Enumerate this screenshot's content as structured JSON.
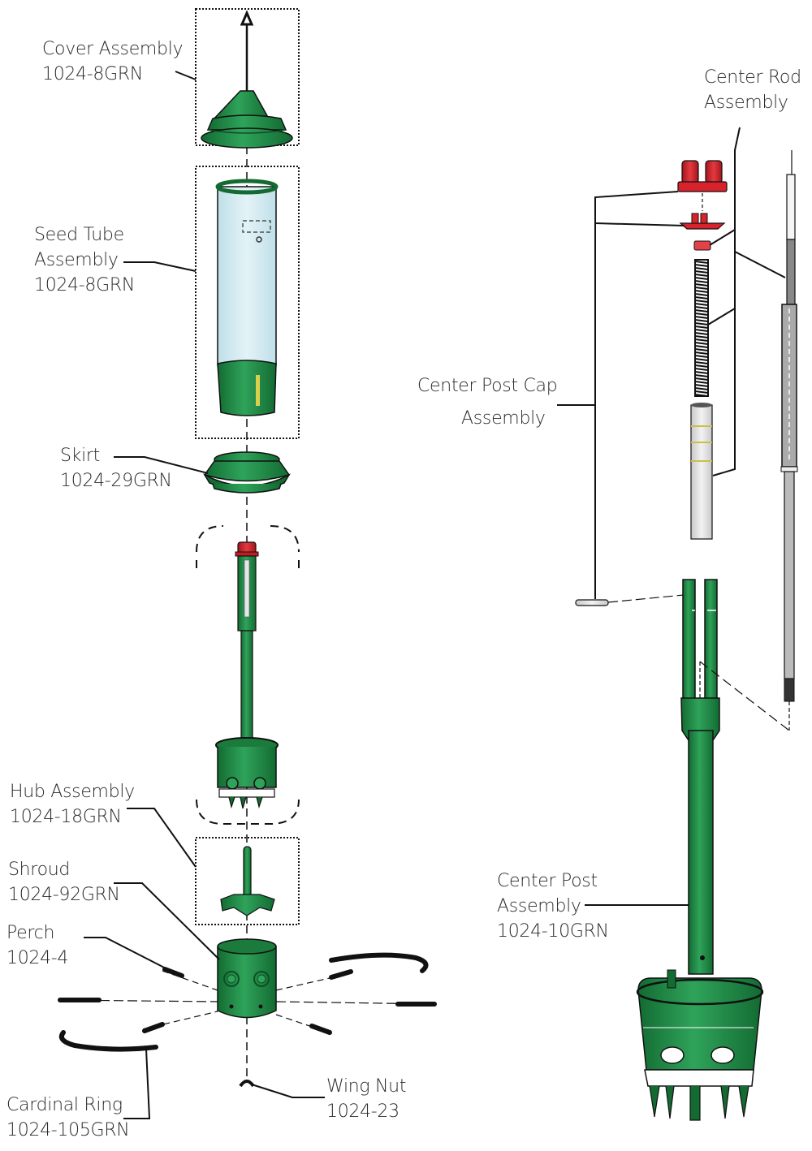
{
  "title": "Feeder Parts Exploded View",
  "colors": {
    "green": "#1f8a44",
    "green_dark": "#136b32",
    "green_light": "#2fa35a",
    "red": "#d8222c",
    "red_dark": "#a5141c",
    "tube": "#d4ecf2",
    "line": "#111111",
    "text": "#2a2a2a"
  },
  "labels": {
    "cover": {
      "name": "Cover Assembly",
      "part": "1024-8GRN"
    },
    "seed_tube": {
      "name_line1": "Seed Tube",
      "name_line2": "Assembly",
      "part": "1024-8GRN"
    },
    "skirt": {
      "name": "Skirt",
      "part": "1024-29GRN"
    },
    "hub": {
      "name": "Hub Assembly",
      "part": "1024-18GRN"
    },
    "shroud": {
      "name": "Shroud",
      "part": "1024-92GRN"
    },
    "perch": {
      "name": "Perch",
      "part": "1024-4"
    },
    "cardinal_ring": {
      "name": "Cardinal Ring",
      "part": "1024-105GRN"
    },
    "wing_nut": {
      "name": "Wing Nut",
      "part": "1024-23"
    },
    "center_rod": {
      "name_line1": "Center Rod",
      "name_line2": "Assembly"
    },
    "center_post_cap": {
      "name_line1": "Center Post Cap",
      "name_line2": "Assembly"
    },
    "center_post": {
      "name_line1": "Center Post",
      "name_line2": "Assembly",
      "part": "1024-10GRN"
    }
  }
}
